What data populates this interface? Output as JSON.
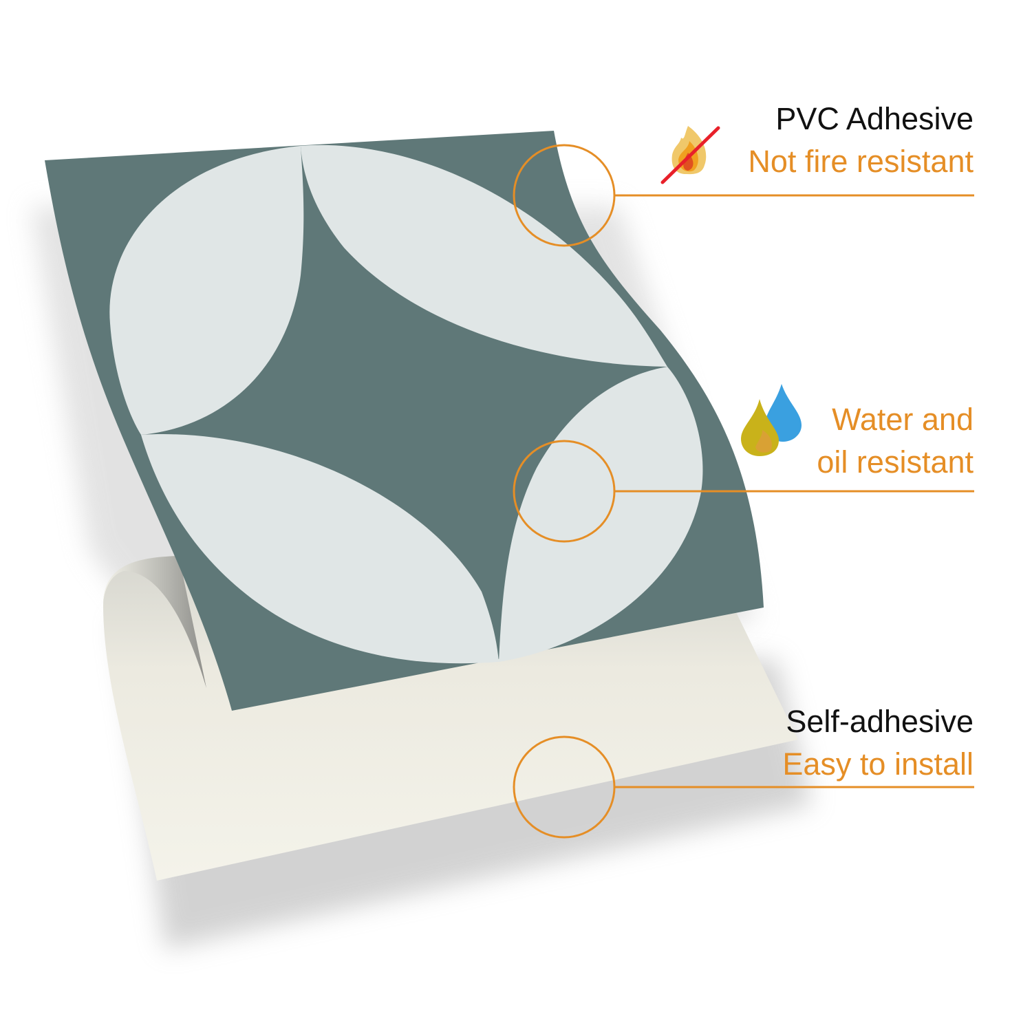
{
  "colors": {
    "tile_dark": "#5f7878",
    "tile_light": "#e0e6e6",
    "accent": "#e58e26",
    "backing": "#f3f2e8"
  },
  "features": [
    {
      "title": "PVC Adhesive",
      "subtitle": "Not fire resistant",
      "icon": "no-fire-icon"
    },
    {
      "title": "",
      "subtitle_lines": [
        "Water and",
        "oil resistant"
      ],
      "icon": "water-oil-drops-icon"
    },
    {
      "title": "Self-adhesive",
      "subtitle": "Easy to install",
      "icon": ""
    }
  ]
}
